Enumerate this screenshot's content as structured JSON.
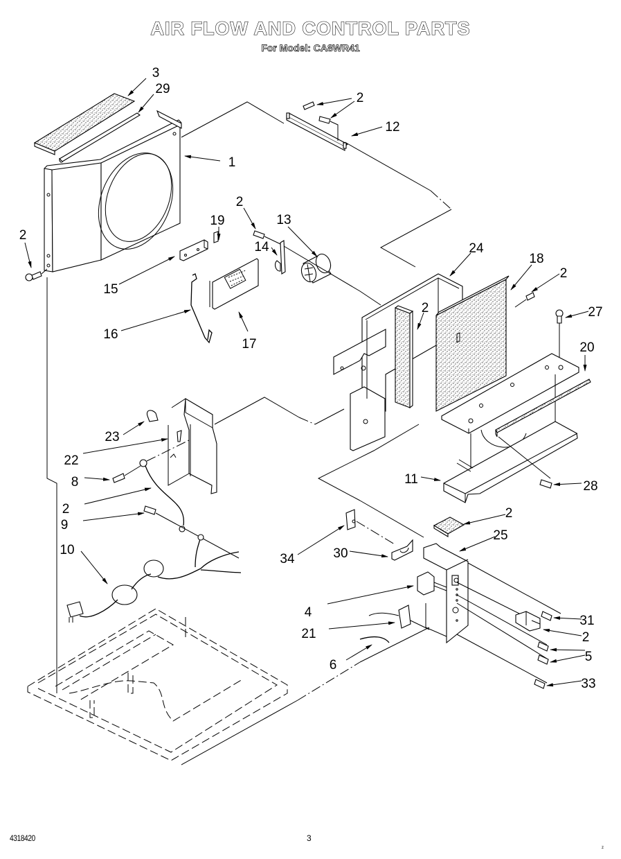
{
  "header": {
    "title": "AIR FLOW AND CONTROL PARTS",
    "subtitle": "For Model: CA8WR41"
  },
  "footer": {
    "doc_number": "4318420",
    "page_number": "3",
    "corner_mark": "z"
  },
  "callouts": [
    {
      "label": "3",
      "part": "top-seal-foam"
    },
    {
      "label": "29",
      "part": "top-seal-strip"
    },
    {
      "label": "1",
      "part": "fan-shroud"
    },
    {
      "label": "2",
      "part": "screw"
    },
    {
      "label": "2",
      "part": "screw"
    },
    {
      "label": "12",
      "part": "bracket"
    },
    {
      "label": "2",
      "part": "screw"
    },
    {
      "label": "19",
      "part": "clip"
    },
    {
      "label": "13",
      "part": "capacitor"
    },
    {
      "label": "14",
      "part": "capacitor-strap"
    },
    {
      "label": "15",
      "part": "bracket"
    },
    {
      "label": "16",
      "part": "rod"
    },
    {
      "label": "17",
      "part": "control-board"
    },
    {
      "label": "2",
      "part": "screw"
    },
    {
      "label": "24",
      "part": "air-duct"
    },
    {
      "label": "18",
      "part": "air-filter"
    },
    {
      "label": "2",
      "part": "screw"
    },
    {
      "label": "27",
      "part": "screw"
    },
    {
      "label": "20",
      "part": "seal"
    },
    {
      "label": "23",
      "part": "seal-strip"
    },
    {
      "label": "22",
      "part": "grommet"
    },
    {
      "label": "8",
      "part": "clip"
    },
    {
      "label": "2",
      "part": "screw"
    },
    {
      "label": "9",
      "part": "ground-wire"
    },
    {
      "label": "10",
      "part": "screw"
    },
    {
      "label": "11",
      "part": "power-cord"
    },
    {
      "label": "28",
      "part": "drain-pan"
    },
    {
      "label": "2",
      "part": "screw"
    },
    {
      "label": "25",
      "part": "foam-pad"
    },
    {
      "label": "34",
      "part": "control-bracket"
    },
    {
      "label": "30",
      "part": "clip"
    },
    {
      "label": "4",
      "part": "knob-bracket"
    },
    {
      "label": "21",
      "part": "selector-switch"
    },
    {
      "label": "6",
      "part": "thermostat"
    },
    {
      "label": "31",
      "part": "sensing-bulb"
    },
    {
      "label": "2",
      "part": "screw"
    },
    {
      "label": "5",
      "part": "knob"
    },
    {
      "label": "33",
      "part": "screw"
    },
    {
      "label": "2",
      "part": "screw"
    }
  ]
}
